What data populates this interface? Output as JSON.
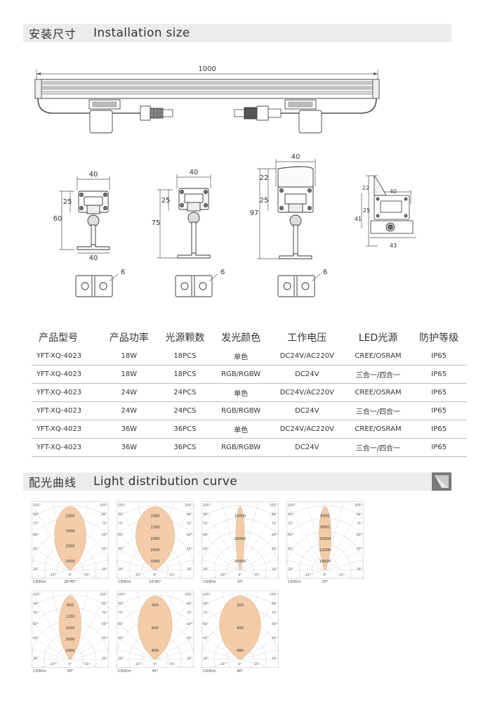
{
  "installation": {
    "title_zh": "安装尺寸",
    "title_en": "Installation size",
    "dim_length": "1000",
    "views": [
      {
        "width": "40",
        "height": "60",
        "bracket": "25",
        "base": "40",
        "hole": "6"
      },
      {
        "width": "40",
        "height": "75",
        "bracket": "25",
        "hole": "6"
      },
      {
        "width": "40",
        "height": "97",
        "top": "22",
        "bracket": "25",
        "hole": "6"
      },
      {
        "width": "40",
        "height": "41",
        "top": "22",
        "bracket": "25",
        "base": "43"
      }
    ]
  },
  "spec_table": {
    "headers": [
      "产品型号",
      "产品功率",
      "光源颗数",
      "发光颜色",
      "工作电压",
      "LED光源",
      "防护等级"
    ],
    "rows": [
      [
        "YFT-XQ-4023",
        "18W",
        "18PCS",
        "单色",
        "DC24V/AC220V",
        "CREE/OSRAM",
        "IP65"
      ],
      [
        "YFT-XQ-4023",
        "18W",
        "18PCS",
        "RGB/RGBW",
        "DC24V",
        "三合一/四合一",
        "IP65"
      ],
      [
        "YFT-XQ-4023",
        "24W",
        "24PCS",
        "单色",
        "DC24V/AC220V",
        "CREE/OSRAM",
        "IP65"
      ],
      [
        "YFT-XQ-4023",
        "24W",
        "24PCS",
        "RGB/RGBW",
        "DC24V",
        "三合一/四合一",
        "IP65"
      ],
      [
        "YFT-XQ-4023",
        "36W",
        "36PCS",
        "单色",
        "DC24V/AC220V",
        "CREE/OSRAM",
        "IP65"
      ],
      [
        "YFT-XQ-4023",
        "36W",
        "36PCS",
        "RGB/RGBW",
        "DC24V",
        "三合一/四合一",
        "IP65"
      ]
    ]
  },
  "light_distribution": {
    "title_zh": "配光曲线",
    "title_en": "Light distribution curve",
    "unit_label": "CD/Klm",
    "angle_labels": [
      "105°",
      "90°",
      "75°",
      "60°",
      "45°",
      "30°",
      "15°",
      "0°"
    ],
    "beam_color": "#f2c8a0",
    "curves": [
      {
        "beam": "20*45°",
        "values": [
          "1000",
          "1500",
          "2000",
          "2500"
        ],
        "lobe": 0.26
      },
      {
        "beam": "10*60°",
        "values": [
          "1000",
          "1500",
          "2000",
          "2500",
          "3000"
        ],
        "lobe": 0.32
      },
      {
        "beam": "10°",
        "values": [
          "10000",
          "20000",
          "30000"
        ],
        "lobe": 0.07
      },
      {
        "beam": "15°",
        "values": [
          "6000",
          "8000",
          "10000",
          "12000",
          "14000"
        ],
        "lobe": 0.1
      },
      {
        "beam": "30°",
        "values": [
          "800",
          "1200",
          "1500",
          "2000",
          "2400"
        ],
        "lobe": 0.18
      },
      {
        "beam": "45°",
        "values": [
          "400",
          "600",
          "800"
        ],
        "lobe": 0.28
      },
      {
        "beam": "60°",
        "values": [
          "300",
          "400",
          "480"
        ],
        "lobe": 0.34
      }
    ]
  }
}
